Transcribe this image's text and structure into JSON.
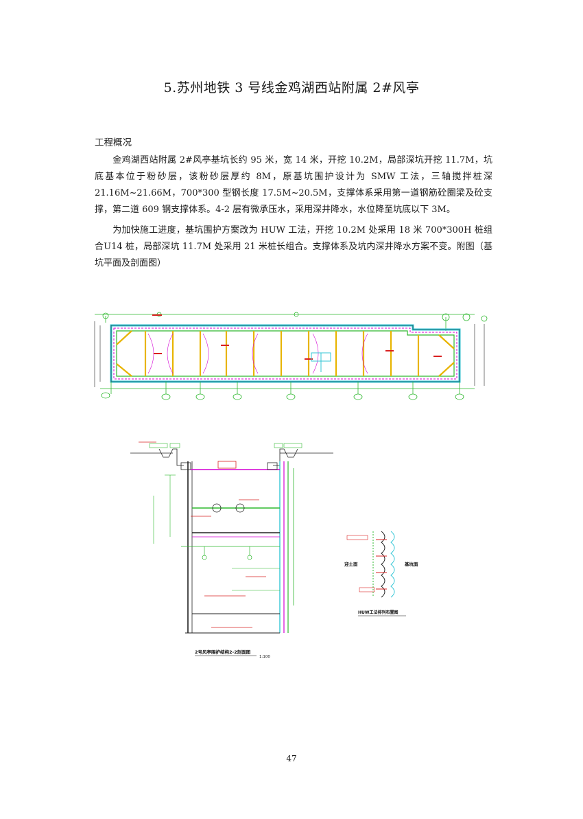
{
  "page": {
    "title": "5.苏州地铁 3 号线金鸡湖西站附属 2#风亭",
    "section_heading": "工程概况",
    "paragraphs": [
      "金鸡湖西站附属 2#风亭基坑长约 95 米，宽 14 米，开挖 10.2M，局部深坑开挖 11.7M，坑底基本位于粉砂层，该粉砂层厚约 8M，原基坑围护设计为 SMW 工法，三轴搅拌桩深 21.16M~21.66M，700*300 型钢长度 17.5M~20.5M，支撑体系采用第一道钢筋砼圈梁及砼支撑，第二道 609 钢支撑体系。4-2 层有微承压水，采用深井降水，水位降至坑底以下 3M。",
      "为加快施工进度，基坑围护方案改为 HUW 工法，开挖 10.2M 处采用 18 米 700*300H 桩组合U14 桩，局部深坑 11.7M 处采用 21 米桩长组合。支撑体系及坑内深井降水方案不变。附图（基坑平面及剖面图）"
    ],
    "page_number": "47"
  },
  "figures": {
    "section_caption": "2号风亭围护结构2-2剖面图",
    "section_scale": "1:100",
    "huw_caption": "HUW工法排列布置图",
    "huw_left_label": "迎土面",
    "huw_right_label": "基坑面"
  },
  "colors": {
    "cad_green": "#2eb82e",
    "cad_cyan": "#33c6d6",
    "cad_yellow": "#e8b400",
    "cad_red": "#d92020",
    "cad_magenta": "#d400d4",
    "cad_dark": "#222222"
  }
}
